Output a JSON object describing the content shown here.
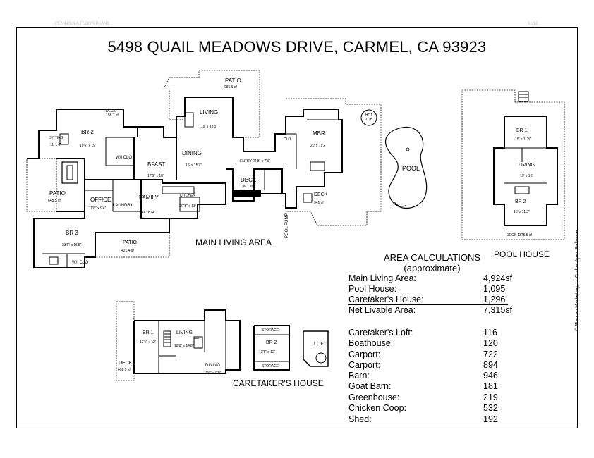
{
  "header": {
    "company": "PENINSULA FLOOR PLANS",
    "page": "11/16"
  },
  "title": "5498 QUAIL MEADOWS DRIVE, CARMEL, CA  93923",
  "sections": {
    "main": "MAIN LIVING AREA",
    "pool_house": "POOL HOUSE",
    "caretaker": "CARETAKER'S HOUSE"
  },
  "rooms": {
    "patio_top": "PATIO",
    "patio_top_sf": "985.6 sf",
    "living": "LIVING",
    "living_dim": "19' x 18'3\"",
    "br2": "BR 2",
    "br2_dim": "19'6\" x 19'",
    "sitting": "SITTING",
    "sitting_dim": "11' x 8'",
    "deck_left": "DECK",
    "deck_left_sf": "198.7 sf",
    "wi_clo": "W/I CLO",
    "dining": "DINING",
    "dining_dim": "16' x 15'7\"",
    "bfast": "BFAST",
    "bfast_dim": "17'5\" x 10'",
    "mbr": "MBR",
    "mbr_dim": "20' x 19'2\"",
    "hot_tub": "HOT TUB",
    "pool": "POOL",
    "patio_left": "PATIO",
    "patio_left_sf": "648.5 sf",
    "office": "OFFICE",
    "office_dim": "11'8\" x 9'4\"",
    "laundry": "LAUNDRY",
    "family": "FAMILY",
    "family_dim": "24'4\" x 14'",
    "kitchen": "KITCHEN",
    "kitchen_dim": "27'5\" x 13'",
    "deck_mid": "DECK",
    "deck_mid_sf": "136.7 sf",
    "entry": "ENTRY 24'8\" x 7'3\"",
    "deck_right": "DECK",
    "deck_right_sf": "941 sf",
    "pool_pump": "POOL PUMP",
    "br3": "BR 3",
    "br3_dim": "23'6\" x 16'5\"",
    "patio_bottom": "PATIO",
    "patio_bottom_sf": "421.4 sf",
    "wi_clo_bottom": "W/I CLO",
    "ph_br1": "BR 1",
    "ph_br1_dim": "15' x 11'3\"",
    "ph_living": "LIVING",
    "ph_living_dim": "19' x 16'",
    "ph_br2": "BR 2",
    "ph_br2_dim": "15' x 11'3\"",
    "ph_deck": "DECK 1375.5 sf",
    "ct_br1": "BR 1",
    "ct_br1_dim": "13'5\" x 12'",
    "ct_living": "LIVING",
    "ct_living_dim": "18'8\" x 14'8\"",
    "ct_dining": "DINING",
    "ct_dining_dim": "11'6\" x 9'9\"",
    "ct_deck": "DECK",
    "ct_deck_sf": "692.3 sf",
    "ct_br2": "BR 2",
    "ct_br2_dim": "13'5\" x 12'",
    "ct_storage": "STORAGE",
    "ct_loft": "LOFT",
    "clo": "CLO"
  },
  "area_calculations": {
    "heading": "AREA CALCULATIONS",
    "subheading": "(approximate)",
    "livable": [
      {
        "name": "Main Living Area:",
        "value": "4,924sf"
      },
      {
        "name": "Pool House:",
        "value": "1,095"
      },
      {
        "name": "Caretaker's House:",
        "value": "1,296"
      },
      {
        "name": "Net Livable Area:",
        "value": "7,315sf"
      }
    ],
    "other": [
      {
        "name": "Caretaker's Loft:",
        "value": "116"
      },
      {
        "name": "Boathouse:",
        "value": "120"
      },
      {
        "name": "Carport:",
        "value": "722"
      },
      {
        "name": "Carport:",
        "value": "894"
      },
      {
        "name": "Barn:",
        "value": "946"
      },
      {
        "name": "Goat Barn:",
        "value": "181"
      },
      {
        "name": "Greenhouse:",
        "value": "219"
      },
      {
        "name": "Chicken Coop:",
        "value": "532"
      },
      {
        "name": "Shed:",
        "value": "192"
      }
    ]
  },
  "copyright": "© Starcap Marketing, LLC. dba Apex Software"
}
